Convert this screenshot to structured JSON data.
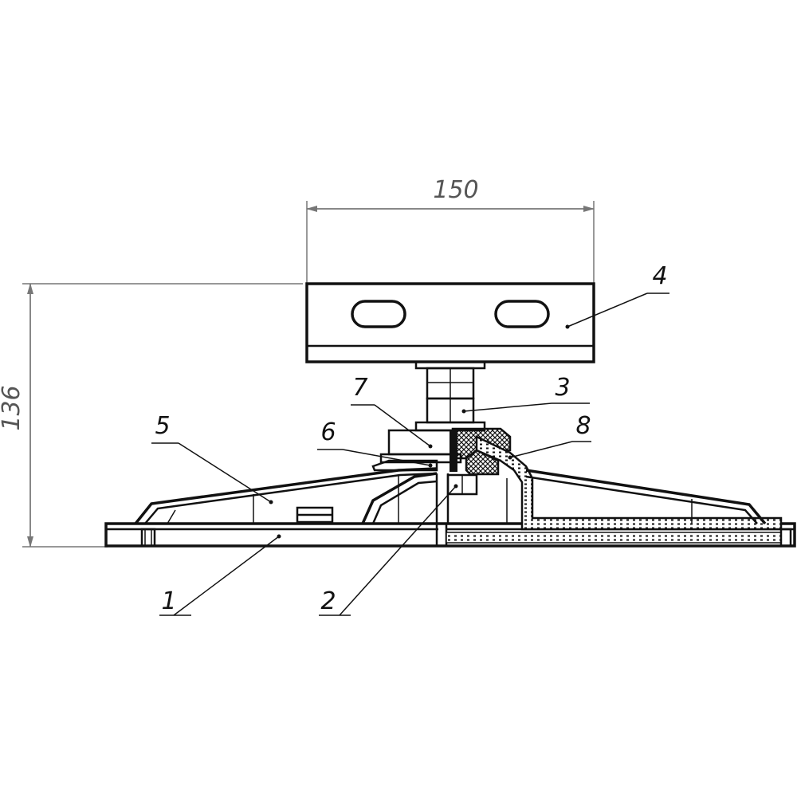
{
  "dimensions": {
    "width_value": "150",
    "height_value": "136"
  },
  "callouts": [
    {
      "id": "1",
      "text": "1",
      "part": "base-plate"
    },
    {
      "id": "2",
      "text": "2",
      "part": "lower-nut"
    },
    {
      "id": "3",
      "text": "3",
      "part": "threaded-stud-nut"
    },
    {
      "id": "4",
      "text": "4",
      "part": "support-profile"
    },
    {
      "id": "5",
      "text": "5",
      "part": "support-body"
    },
    {
      "id": "6",
      "text": "6",
      "part": "washer"
    },
    {
      "id": "7",
      "text": "7",
      "part": "upper-disc"
    },
    {
      "id": "8",
      "text": "8",
      "part": "rubber-pad"
    }
  ]
}
